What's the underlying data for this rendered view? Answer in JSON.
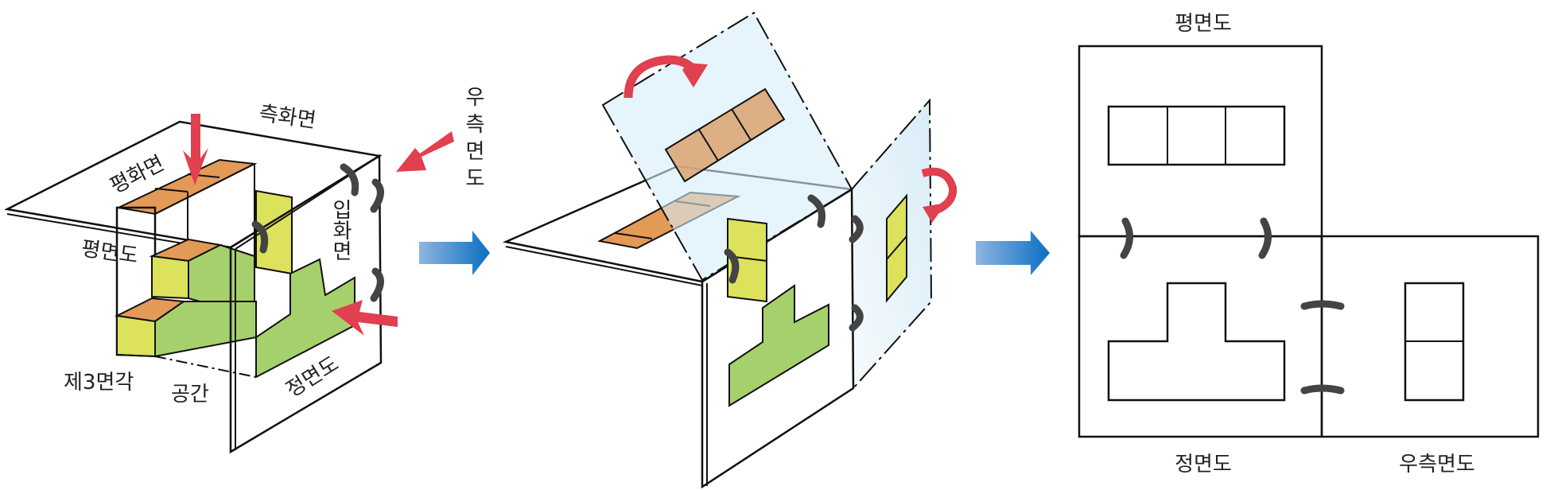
{
  "colors": {
    "plane": "#b9e2f5",
    "orange": "#e39a57",
    "yellow": "#dde25c",
    "green": "#a6d06c",
    "red_arrow": "#e0404f",
    "blue_arrow": "#1e7cc6"
  },
  "panel1": {
    "labels": {
      "side_plane": "측화면",
      "horizontal_plane": "평화면",
      "plan_view": "평면도",
      "vertical_plane": "입화면",
      "right_side_view": "우측면도",
      "third_angle": "제3면각",
      "space": "공간",
      "front_view": "정면도"
    }
  },
  "panel3": {
    "labels": {
      "plan_view": "평면도",
      "front_view": "정면도",
      "right_side_view": "우측면도"
    }
  }
}
